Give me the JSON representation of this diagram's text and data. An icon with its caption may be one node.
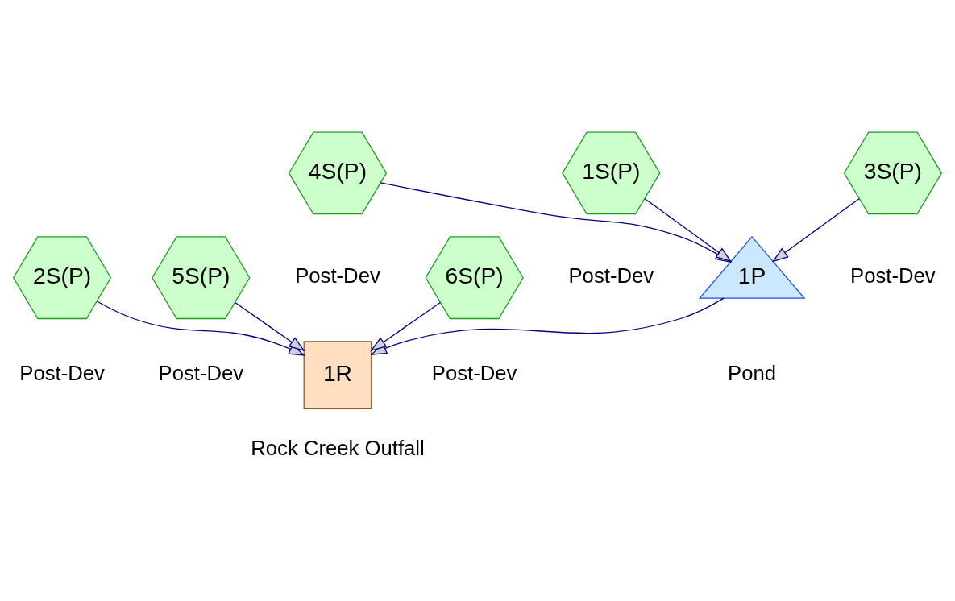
{
  "diagram": {
    "nodes": [
      {
        "text": [
          "2S(P)"
        ],
        "beside": [
          "Post-Dev"
        ]
      },
      {
        "text": [
          "5S(P)"
        ],
        "beside": [
          "Post-Dev"
        ]
      },
      {
        "text": [
          "4S(P)"
        ],
        "beside": [
          "Post-Dev"
        ]
      },
      {
        "text": [
          "1S(P)"
        ],
        "beside": [
          "Post-Dev"
        ]
      },
      {
        "text": [
          "1P"
        ],
        "beside": [
          "Pond"
        ]
      },
      {
        "text": [
          "3S(P)"
        ],
        "beside": [
          "Post-Dev"
        ]
      },
      {
        "text": [
          "1R"
        ],
        "beside": [
          "Rock Creek Outfall"
        ]
      },
      {
        "text": [
          "6S(P)"
        ],
        "beside": [
          "Post-Dev"
        ]
      }
    ],
    "edges": [
      {
        "from": 0,
        "to": 6,
        "arrow": "to"
      },
      {
        "from": 1,
        "to": 6,
        "arrow": "to"
      },
      {
        "from": 2,
        "to": 4,
        "arrow": "to"
      },
      {
        "from": 3,
        "to": 4,
        "arrow": "to"
      },
      {
        "from": 5,
        "to": 4,
        "arrow": "to"
      },
      {
        "from": 4,
        "to": 6,
        "arrow": "to"
      },
      {
        "from": 7,
        "to": 6,
        "arrow": "to"
      }
    ]
  }
}
